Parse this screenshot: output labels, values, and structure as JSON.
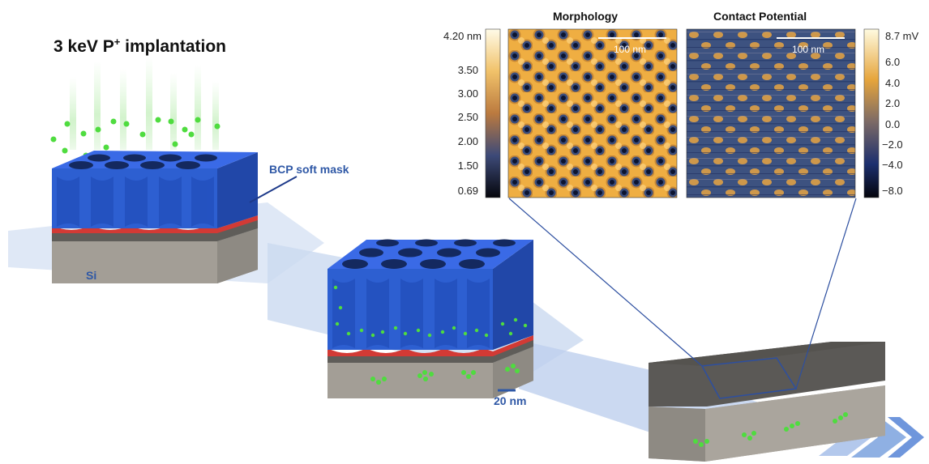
{
  "title": {
    "main": "3 keV P",
    "superscript": "+",
    "rest": " implantation"
  },
  "labels": {
    "bcp_mask": "BCP soft mask",
    "substrate": "Si",
    "scale_bar": "20 nm"
  },
  "afm": {
    "morphology": {
      "title": "Morphology",
      "scalebar": "100 nm",
      "colorbar_ticks": [
        "4.20 nm",
        "3.50",
        "3.00",
        "2.50",
        "2.00",
        "1.50",
        "0.69"
      ]
    },
    "contact_potential": {
      "title": "Contact Potential",
      "scalebar": "100 nm",
      "colorbar_ticks": [
        "8.7 mV",
        "6.0",
        "4.0",
        "2.0",
        "0.0",
        "−2.0",
        "−4.0",
        "−8.0"
      ]
    }
  },
  "colors": {
    "mask_blue": "#2d5fd1",
    "mask_top": "#3a6ae6",
    "implant_red": "#d23a35",
    "silicon_gray": "#a39e96",
    "dopant_green": "#4fdc3f",
    "arrow_blue": "#c9d8ef",
    "afm_gold": "#e6a53c",
    "afm_navy": "#16265a"
  }
}
